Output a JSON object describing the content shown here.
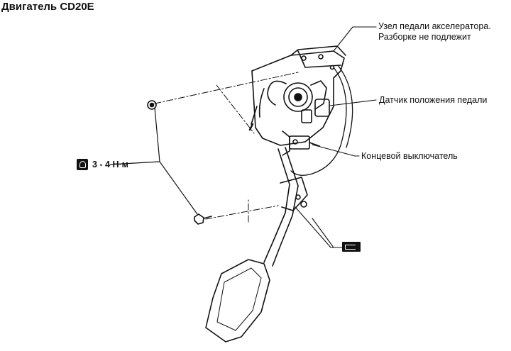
{
  "title": "Двигатель CD20E",
  "labels": {
    "pedal_assembly_line1": "Узел педали акселератора.",
    "pedal_assembly_line2": "Разборке не подлежит",
    "position_sensor": "Датчик положения педали",
    "limit_switch": "Концевой выключатель"
  },
  "torque": "3 - 4 Н·м",
  "icons": {
    "torque": "torque-wrench-icon",
    "grease": "grease-symbol-icon"
  }
}
